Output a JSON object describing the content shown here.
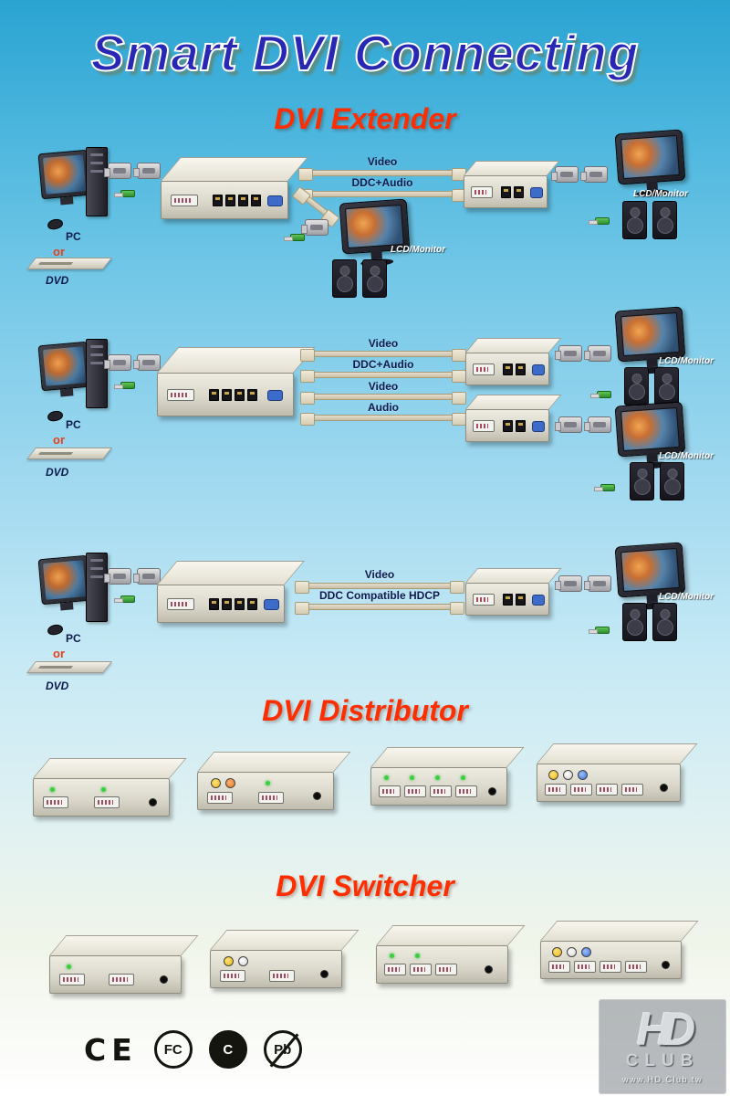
{
  "title": "Smart DVI Connecting",
  "sections": {
    "extender": "DVI Extender",
    "distributor": "DVI Distributor",
    "switcher": "DVI Switcher"
  },
  "diagrams": {
    "one": {
      "pc": "PC",
      "or": "or",
      "dvd": "DVD",
      "cables": [
        "Video",
        "DDC+Audio"
      ],
      "monitors": [
        "LCD/Monitor",
        "LCD/Monitor"
      ]
    },
    "two": {
      "pc": "PC",
      "or": "or",
      "dvd": "DVD",
      "cables": [
        "Video",
        "DDC+Audio",
        "Video",
        "Audio"
      ],
      "monitors": [
        "LCD/Monitor",
        "LCD/Monitor"
      ]
    },
    "three": {
      "pc": "PC",
      "or": "or",
      "dvd": "DVD",
      "cables": [
        "Video",
        "DDC  Compatible HDCP"
      ],
      "monitors": [
        "LCD/Monitor"
      ]
    }
  },
  "certifications": {
    "ce": "CE",
    "fcc": "FC",
    "ctick": "C",
    "pb": "Pb"
  },
  "watermark": {
    "hd": "HD",
    "club": "CLUB",
    "url": "www.HD.Club.tw"
  },
  "colors": {
    "title_blue": "#2828b4",
    "heading_red": "#ff2e00",
    "label_navy": "#0d1b4c",
    "box_beige": "#e8e5da",
    "cable_tan": "#d8cfb2",
    "audio_green": "#3aa23a"
  }
}
